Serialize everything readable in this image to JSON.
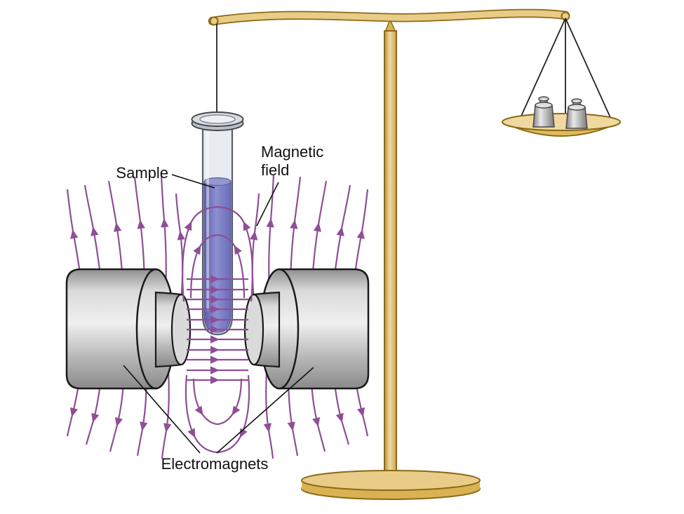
{
  "diagram": {
    "labels": {
      "sample": "Sample",
      "magnetic_field_line1": "Magnetic",
      "magnetic_field_line2": "field",
      "electromagnets": "Electromagnets"
    },
    "colors": {
      "balance_gold": "#E9CC88",
      "balance_gold_outline": "#8B6914",
      "balance_gold_deep": "#D9B254",
      "field_line_purple": "#8F4E96",
      "magnet_gray_light": "#EFEFEF",
      "magnet_gray_dark": "#8A8A8A",
      "sample_liquid_purple": "#6A6CBA",
      "glass_tint": "#E6EBF1",
      "outline_black": "#1A1A1A"
    }
  }
}
